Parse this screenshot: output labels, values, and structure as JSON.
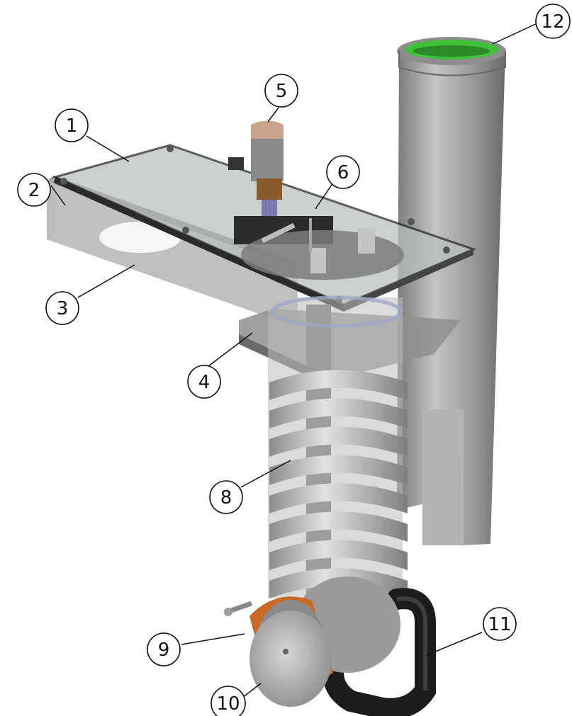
{
  "callouts": [
    {
      "id": "c1",
      "label": "1"
    },
    {
      "id": "c2",
      "label": "2"
    },
    {
      "id": "c3",
      "label": "3"
    },
    {
      "id": "c4",
      "label": "4"
    },
    {
      "id": "c5",
      "label": "5"
    },
    {
      "id": "c6",
      "label": "6"
    },
    {
      "id": "c8",
      "label": "8"
    },
    {
      "id": "c9",
      "label": "9"
    },
    {
      "id": "c10",
      "label": "10"
    },
    {
      "id": "c11",
      "label": "11"
    },
    {
      "id": "c12",
      "label": "12"
    }
  ],
  "colors": {
    "metal": "#9a9a9a",
    "metal_dark": "#6f6f6f",
    "acrylic": "#b9bfc0",
    "pipe_seal": "#3fc23a",
    "bronze": "#8a5a2a",
    "orange_gasket": "#c96a24",
    "hose": "#1c1c1c"
  }
}
